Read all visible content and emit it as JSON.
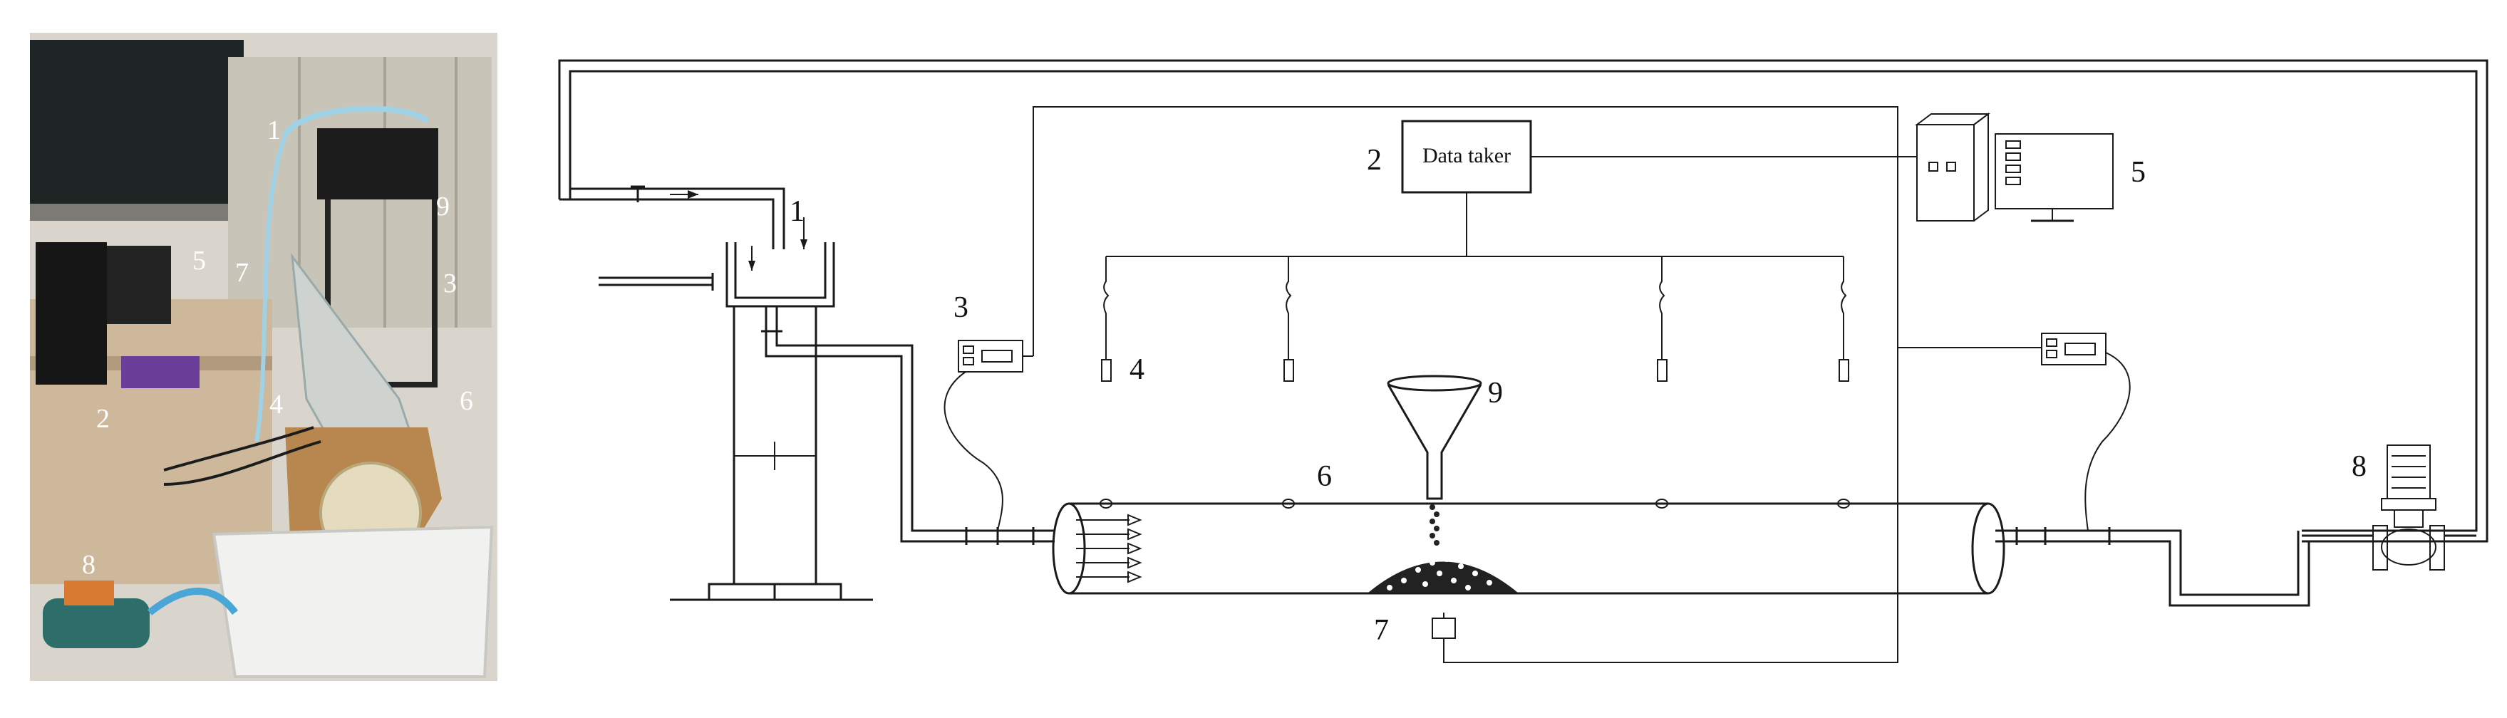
{
  "photo": {
    "labels": [
      "1",
      "2",
      "3",
      "4",
      "5",
      "6",
      "7",
      "8",
      "9"
    ]
  },
  "diagram": {
    "labels": [
      "1",
      "2",
      "3",
      "4",
      "5",
      "6",
      "7",
      "8",
      "9"
    ],
    "data_taker_label": "Data taker"
  }
}
